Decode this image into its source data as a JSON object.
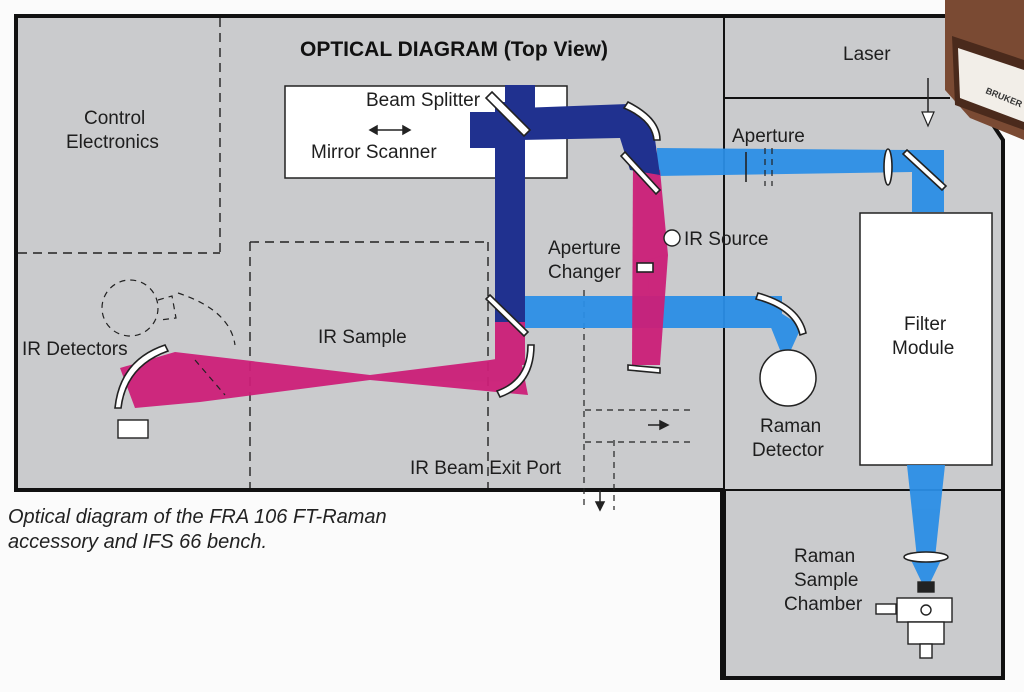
{
  "diagram": {
    "title": "OPTICAL DIAGRAM (Top View)",
    "labels": {
      "control_electronics_1": "Control",
      "control_electronics_2": "Electronics",
      "beam_splitter": "Beam Splitter",
      "mirror_scanner": "Mirror Scanner",
      "laser": "Laser",
      "aperture": "Aperture",
      "aperture_changer_1": "Aperture",
      "aperture_changer_2": "Changer",
      "ir_source": "IR Source",
      "ir_detectors": "IR Detectors",
      "ir_sample": "IR Sample",
      "filter_module_1": "Filter",
      "filter_module_2": "Module",
      "raman_detector_1": "Raman",
      "raman_detector_2": "Detector",
      "ir_beam_exit_port": "IR Beam Exit Port",
      "raman_sample_chamber_1": "Raman",
      "raman_sample_chamber_2": "Sample",
      "raman_sample_chamber_3": "Chamber",
      "brand_logo": "BRUKER"
    },
    "colors": {
      "bench": "#cacbcd",
      "outline": "#111111",
      "raman_beam": "#2b8ee6",
      "ir_beam": "#cc1f78",
      "combined_beam": "#20318f",
      "box_white": "#ffffff"
    }
  },
  "caption": {
    "line1": "Optical diagram of the FRA 106 FT-Raman",
    "line2": "accessory and IFS 66 bench."
  }
}
